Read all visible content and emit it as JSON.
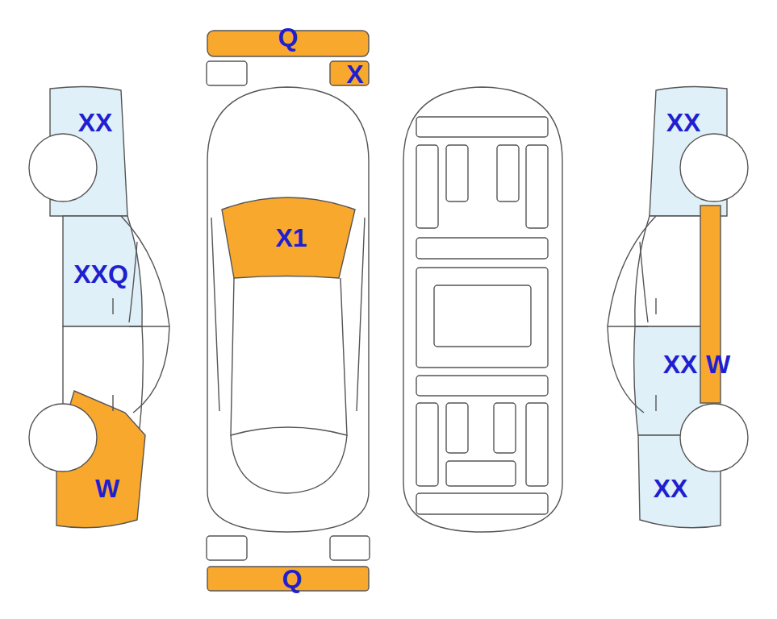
{
  "diagram": {
    "labels": [
      "Q",
      "X",
      "XX",
      "X1",
      "XX",
      "XXQ",
      "XX",
      "W",
      "W",
      "XX",
      "Q"
    ]
  }
}
